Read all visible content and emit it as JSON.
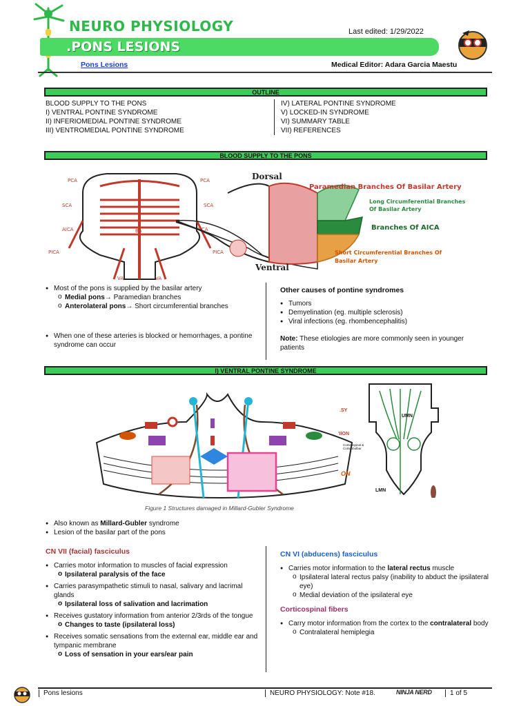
{
  "header": {
    "title": "NEURO PHYSIOLOGY",
    "subtitle": "PONS LESIONS",
    "subtitle_dot": ".",
    "last_edited": "Last edited: 1/29/2022",
    "link": "Pons Lesions",
    "editor": "Medical Editor: Adara Garcia Maestu"
  },
  "outline": {
    "bar": "OUTLINE",
    "left": [
      "BLOOD SUPPLY TO THE PONS",
      "I) VENTRAL PONTINE SYNDROME",
      "II) INFERIOMEDIAL PONTINE SYNDROME",
      "III) VENTROMEDIAL PONTINE SYNDROME"
    ],
    "right": [
      "IV) LATERAL PONTINE SYNDROME",
      "V) LOCKED-IN SYNDROME",
      "VI) SUMMARY TABLE",
      "VII) REFERENCES"
    ]
  },
  "blood": {
    "bar": "BLOOD SUPPLY TO THE PONS",
    "fig_labels": {
      "pca_l": "PCA",
      "pca_r": "PCA",
      "sca_l": "SCA",
      "sca_r": "SCA",
      "ba": "BA",
      "aica_l": "AICA",
      "aica_r": "AICA",
      "pica_l": "PICA",
      "pica_r": "PICA",
      "va_l": "VA",
      "va_r": "VA",
      "dorsal": "Dorsal",
      "ventral": "Ventral",
      "paramedian": "Paramedian Branches Of Basilar Artery",
      "long_circ1": "Long Circumferential Branches",
      "long_circ2": "Of Basilar Artery",
      "aica_branch": "Branches Of AICA",
      "short_circ1": "Short Circumferential Branches Of",
      "short_circ2": "Basilar Artery"
    },
    "left_b1": "Most of the pons is supplied by the basilar artery",
    "left_s1_bold": "Medial pons",
    "left_s1_rest": "→ Paramedian branches",
    "left_s2_bold": "Anterolateral pons",
    "left_s2_rest": "→ Short circumferential branches",
    "left_b2": "When one of these arteries is blocked or hemorrhages, a pontine syndrome can occur",
    "right_title": "Other causes of pontine syndromes",
    "right_items": [
      "Tumors",
      "Demyelination (eg. multiple sclerosis)",
      "Viral infections (eg. rhombencephalitis)"
    ],
    "note_label": "Note:",
    "note_text": " These etiologies are more commonly seen in younger patients"
  },
  "ventral": {
    "bar": "I)  VENTRAL PONTINE SYNDROME",
    "fig_labels": {
      "sy": ".SY",
      "ion": "'IION",
      "on": "ON",
      "umn": "UMN",
      "lmn": "LMN",
      "cst": "Corticospinal & Corticobulbar"
    },
    "caption": "Figure 1 Structures damaged in Millard-Gubler Syndrome",
    "b1_pre": "Also known as ",
    "b1_bold": "Millard-Gubler",
    "b1_post": " syndrome",
    "b2": "Lesion of the basilar part of the pons",
    "cn7_title": "CN VII (facial) fasciculus",
    "cn7_b1": "Carries motor information to muscles of facial expression",
    "cn7_s1": "Ipsilateral paralysis of the face",
    "cn7_b2": "Carries parasympathetic stimuli to nasal, salivary and lacrimal glands",
    "cn7_s2": "Ipsilateral loss of salivation and lacrimation",
    "cn7_b3": "Receives gustatory information from anterior 2/3rds of the tongue",
    "cn7_s3": "Changes to taste (ipsilateral loss)",
    "cn7_b4": "Receives somatic sensations from the external ear, middle ear and tympanic membrane",
    "cn7_s4": "Loss of sensation in your ears/ear pain",
    "cn6_title": "CN VI (abducens) fasciculus",
    "cn6_b1_pre": "Carries motor information to the ",
    "cn6_b1_bold": "lateral rectus",
    "cn6_b1_post": " muscle",
    "cn6_s1": "Ipsilateral lateral rectus palsy (inability to abduct the ipsilateral eye)",
    "cn6_s2": "Medial deviation of the ipsilateral eye",
    "cst_title": "Corticospinal fibers",
    "cst_b1_pre": "Carry motor information from the cortex to the ",
    "cst_b1_bold": "contralateral",
    "cst_b1_post": " body",
    "cst_s1": "Contralateral hemiplegia"
  },
  "footer": {
    "left": "Pons lesions",
    "center": "NEURO PHYSIOLOGY: Note #18.",
    "brand": "NINJA NERD",
    "page": "1 of 5"
  }
}
